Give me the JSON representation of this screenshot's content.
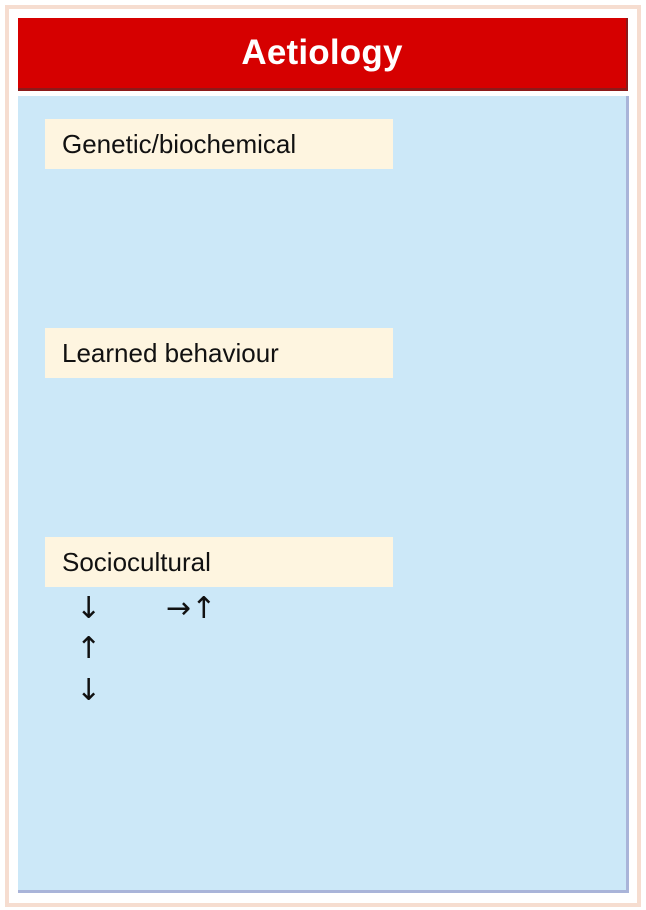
{
  "header": {
    "title": "Aetiology",
    "color": "#d60000"
  },
  "panel": {
    "background": "#cce8f8"
  },
  "sections": [
    {
      "label": "Genetic/biochemical"
    },
    {
      "label": "Learned behaviour"
    },
    {
      "label": "Sociocultural"
    }
  ],
  "arrows": {
    "a1": "↓",
    "a2": "→↑",
    "a3": "↑",
    "a4": "↓"
  }
}
